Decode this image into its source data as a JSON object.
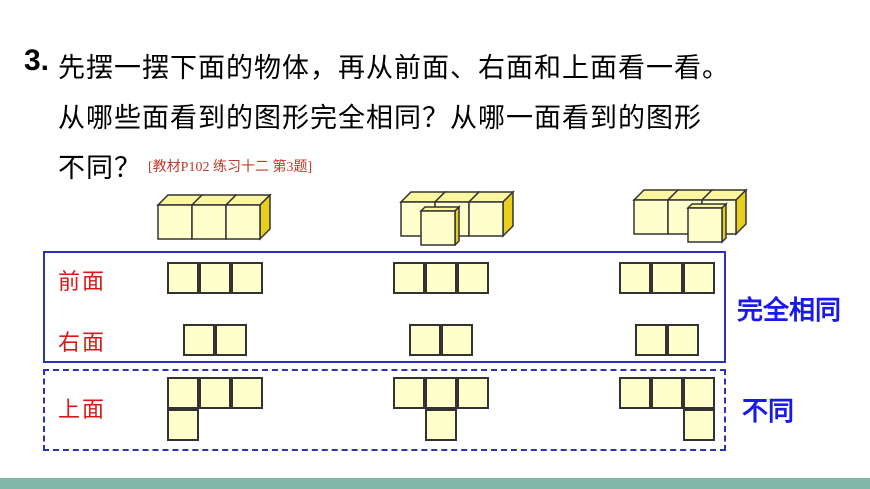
{
  "question": {
    "number": "3.",
    "line1": "先摆一摆下面的物体，再从前面、右面和上面看一看。",
    "line2": "从哪些面看到的图形完全相同？从哪一面看到的图形",
    "line3": "不同？",
    "reference": "[教材P102 练习十二 第3题]"
  },
  "views": {
    "front_label": "前面",
    "right_label": "右面",
    "top_label": "上面"
  },
  "answers": {
    "same": "完全相同",
    "different": "不同"
  },
  "colors": {
    "cube_face": "#ffffcc",
    "cube_top": "#fdf6a0",
    "cube_side": "#e9cf1d",
    "view_label": "#d61a1a",
    "box_border": "#2f2fb8",
    "answer_text": "#1a1ae6",
    "bottom_bar": "#7fb8a8"
  }
}
